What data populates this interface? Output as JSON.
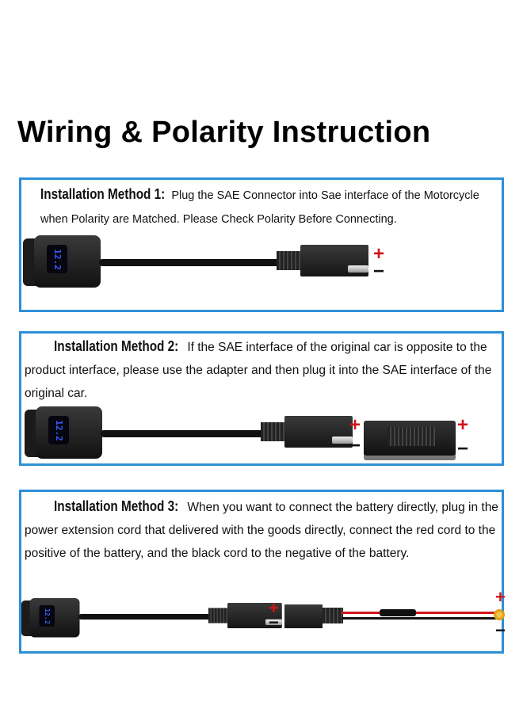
{
  "title": "Wiring & Polarity Instruction",
  "methods": [
    {
      "label": "Installation Method 1:",
      "text": "Plug the SAE Connector into Sae interface of the Motorcycle when Polarity are Matched. Please Check Polarity Before Connecting."
    },
    {
      "label": "Installation Method 2:",
      "text": " If the SAE interface of the original car is opposite to the product interface, please use the adapter and then plug it into the SAE interface of the original car."
    },
    {
      "label": "Installation Method 3:",
      "text": " When you want to connect the battery directly, plug in the power extension cord that delivered with the goods directly, connect the red cord to the positive of the battery, and the black cord to the negative of the battery."
    }
  ],
  "display_reading": "12.2",
  "plus": "+",
  "minus": "−",
  "colors": {
    "border": "#2e8fd8",
    "positive": "#d2141a"
  }
}
